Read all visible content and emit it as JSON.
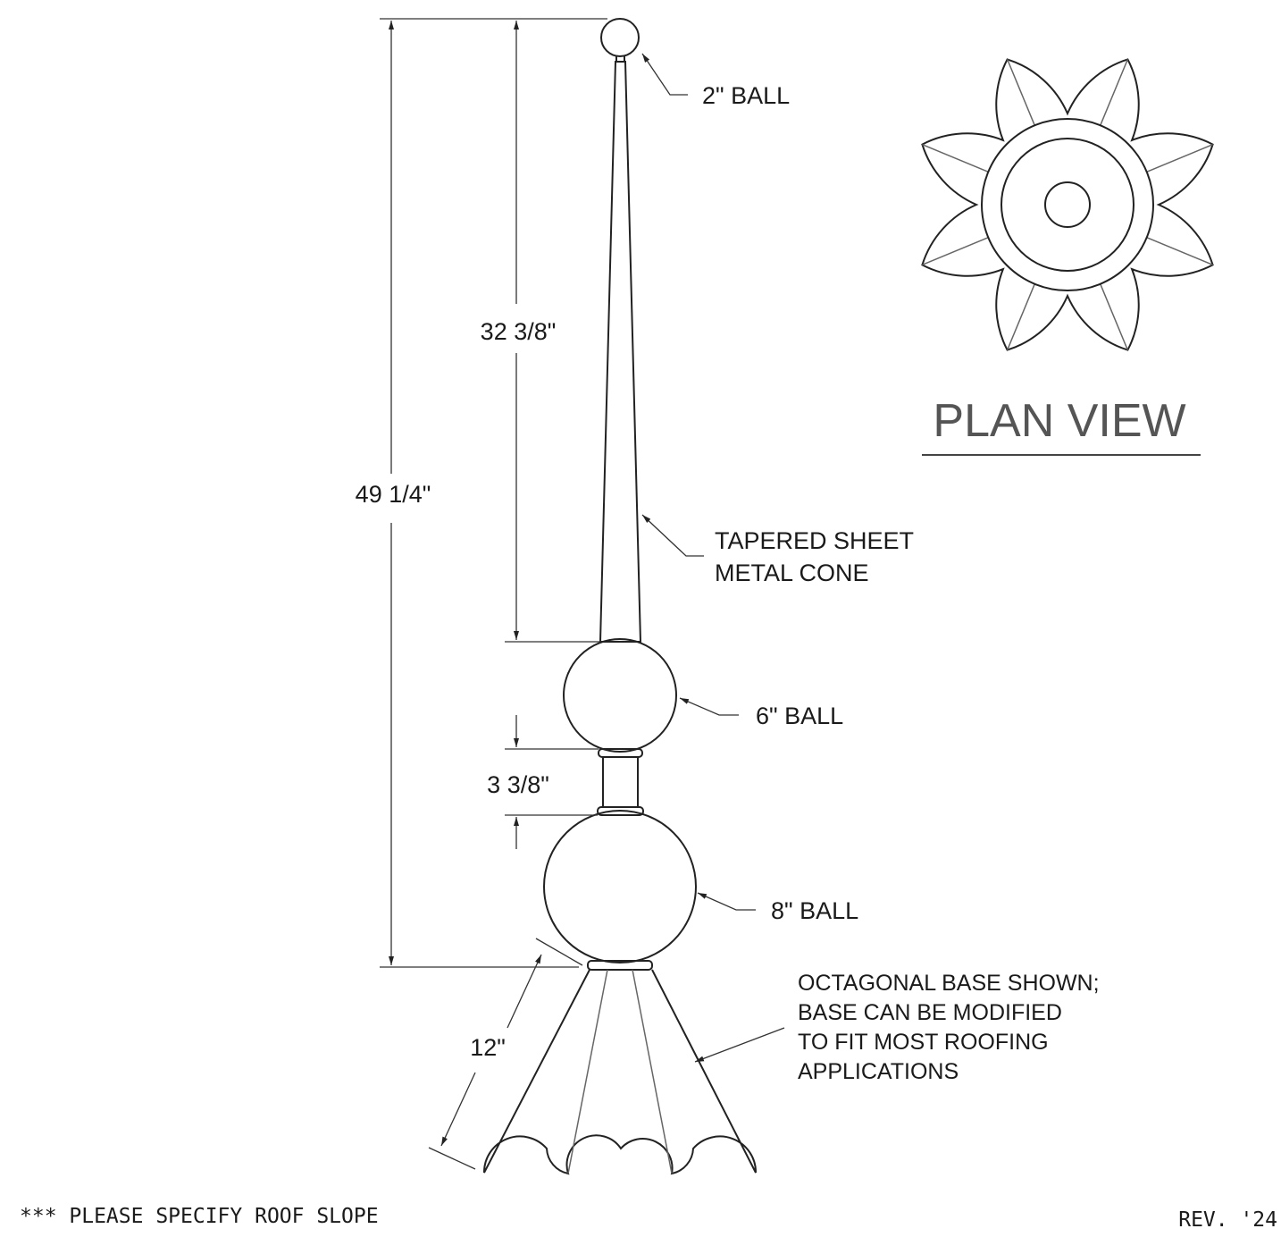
{
  "dimensions": {
    "overall_height": "49 1/4\"",
    "cone_height": "32 3/8\"",
    "neck_height": "3 3/8\"",
    "base_slant": "12\""
  },
  "callouts": {
    "top_ball": "2\" BALL",
    "cone_line1": "TAPERED SHEET",
    "cone_line2": "METAL CONE",
    "mid_ball": "6\" BALL",
    "low_ball": "8\" BALL"
  },
  "base_note": [
    "OCTAGONAL BASE SHOWN;",
    "BASE CAN BE MODIFIED",
    "TO FIT MOST ROOFING",
    "APPLICATIONS"
  ],
  "plan_view_title": "PLAN VIEW",
  "footer": {
    "note": "*** PLEASE SPECIFY ROOF SLOPE",
    "revision": "REV. '24"
  }
}
